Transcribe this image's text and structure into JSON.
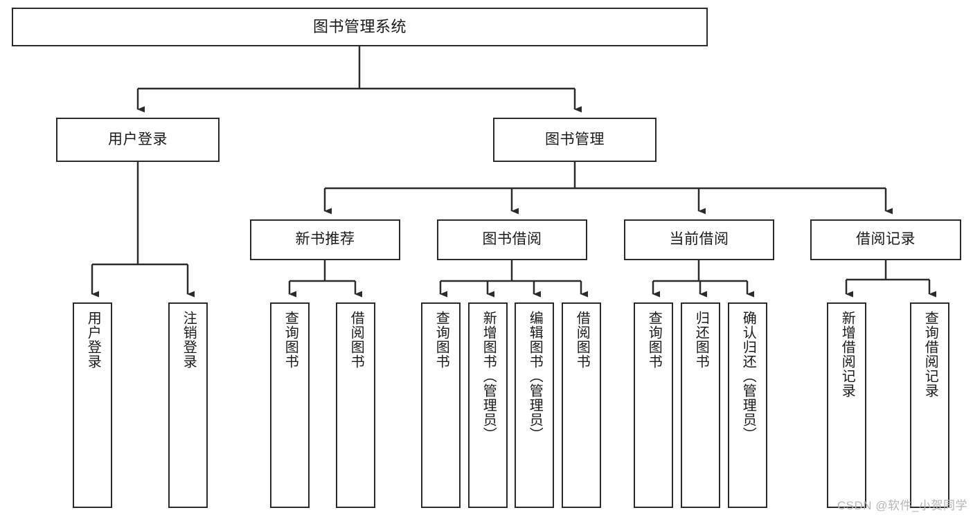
{
  "diagram": {
    "title": "图书管理系统",
    "type": "tree",
    "watermark": "CSDN @软件_小贺同学",
    "colors": {
      "border": "#2b2b2b",
      "background": "#ffffff",
      "text": "#1a1a1a",
      "watermark": "#b6b6b6"
    },
    "nodes": {
      "root": {
        "label": "图书管理系统"
      },
      "level2": [
        {
          "label": "用户登录"
        },
        {
          "label": "图书管理"
        }
      ],
      "level3": [
        {
          "label": "新书推荐"
        },
        {
          "label": "图书借阅"
        },
        {
          "label": "当前借阅"
        },
        {
          "label": "借阅记录"
        }
      ],
      "leaves": {
        "user_login": [
          {
            "label": "用户登录"
          },
          {
            "label": "注销登录"
          }
        ],
        "new_book": [
          {
            "label": "查询图书"
          },
          {
            "label": "借阅图书"
          }
        ],
        "book_borrow": [
          {
            "label": "查询图书"
          },
          {
            "label": "新增图书（管理员）"
          },
          {
            "label": "编辑图书（管理员）"
          },
          {
            "label": "借阅图书"
          }
        ],
        "current_borrow": [
          {
            "label": "查询图书"
          },
          {
            "label": "归还图书"
          },
          {
            "label": "确认归还（管理员）"
          }
        ],
        "borrow_record": [
          {
            "label": "新增借阅记录"
          },
          {
            "label": "查询借阅记录"
          }
        ]
      }
    }
  }
}
